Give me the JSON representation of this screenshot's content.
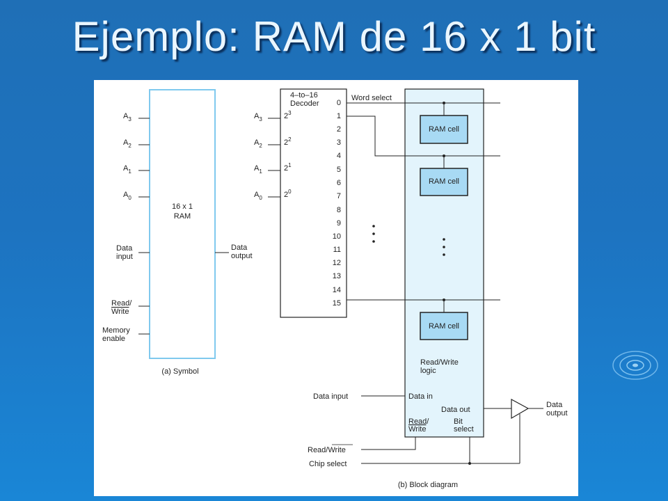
{
  "slide": {
    "title": "Ejemplo: RAM de 16 x 1 bit"
  },
  "symbol": {
    "inputs": [
      {
        "base": "A",
        "sub": "3"
      },
      {
        "base": "A",
        "sub": "2"
      },
      {
        "base": "A",
        "sub": "1"
      },
      {
        "base": "A",
        "sub": "0"
      }
    ],
    "box_label_1": "16 x 1",
    "box_label_2": "RAM",
    "data_input_1": "Data",
    "data_input_2": "input",
    "read_write_1": "Read/",
    "read_write_2": "Write",
    "memory_enable_1": "Memory",
    "memory_enable_2": "enable",
    "data_output_1": "Data",
    "data_output_2": "output",
    "caption": "(a) Symbol"
  },
  "decoder": {
    "title_1": "4–to–16",
    "title_2": "Decoder",
    "inputs": [
      {
        "base": "A",
        "sub": "3",
        "pow": "2",
        "exp": "3"
      },
      {
        "base": "A",
        "sub": "2",
        "pow": "2",
        "exp": "2"
      },
      {
        "base": "A",
        "sub": "1",
        "pow": "2",
        "exp": "1"
      },
      {
        "base": "A",
        "sub": "0",
        "pow": "2",
        "exp": "0"
      }
    ],
    "outputs": [
      "0",
      "1",
      "2",
      "3",
      "4",
      "5",
      "6",
      "7",
      "8",
      "9",
      "10",
      "11",
      "12",
      "13",
      "14",
      "15"
    ],
    "word_select": "Word select"
  },
  "block": {
    "cells": [
      "RAM cell",
      "RAM cell",
      "RAM cell"
    ],
    "rw_logic_1": "Read/Write",
    "rw_logic_2": "logic",
    "data_in": "Data in",
    "data_out": "Data out",
    "rw_inner_1": "Read/",
    "rw_inner_2": "Write",
    "bit_select_1": "Bit",
    "bit_select_2": "select",
    "data_input": "Data input",
    "read_write_ext": "Read/Write",
    "chip_select": "Chip select",
    "data_output_1": "Data",
    "data_output_2": "output",
    "caption": "(b) Block diagram"
  },
  "colors": {
    "background": "#1d73c0",
    "cell_fill": "#a8daf4",
    "array_fill": "#e3f4fc",
    "symbol_border": "#7fc9ee",
    "title": "#eaf6ff"
  }
}
